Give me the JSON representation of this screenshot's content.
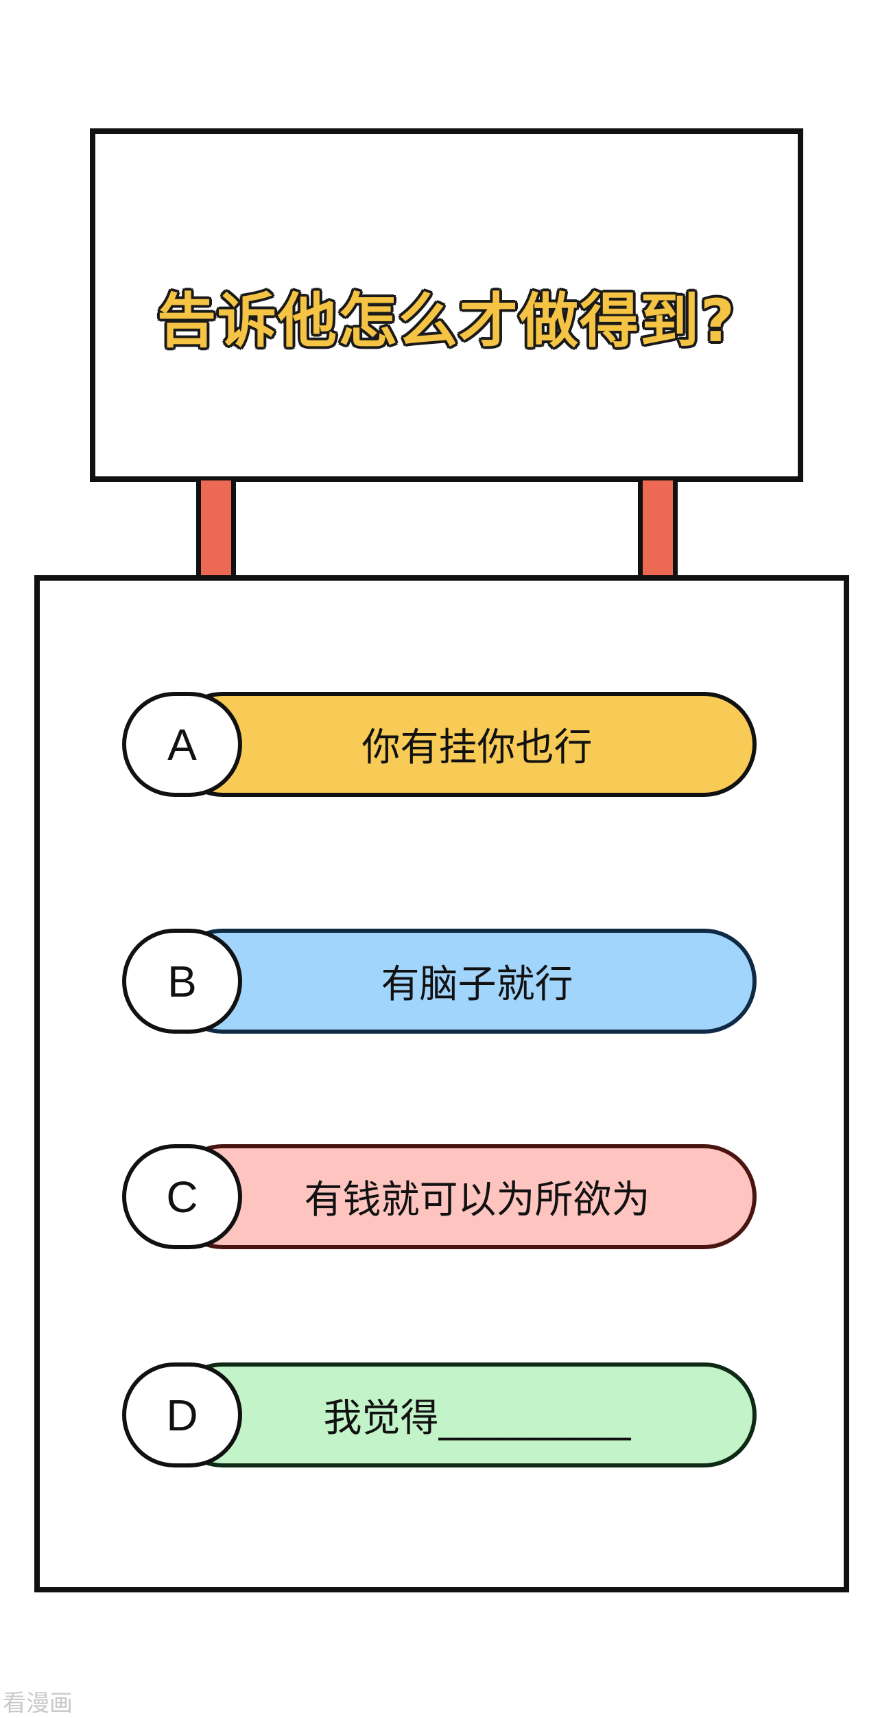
{
  "sign": {
    "title": "告诉他怎么才做得到?"
  },
  "options": [
    {
      "letter": "A",
      "text": "你有挂你也行",
      "color": "#f8cb57"
    },
    {
      "letter": "B",
      "text": "有脑子就行",
      "color": "#a2d5fb"
    },
    {
      "letter": "C",
      "text": "有钱就可以为所欲为",
      "color": "#fec4bf"
    },
    {
      "letter": "D",
      "text": "我觉得__________",
      "color": "#c3f3c9"
    }
  ],
  "colors": {
    "title_fill": "#f6c445",
    "post": "#ee6954",
    "outline": "#111111"
  },
  "watermark": "看漫画"
}
